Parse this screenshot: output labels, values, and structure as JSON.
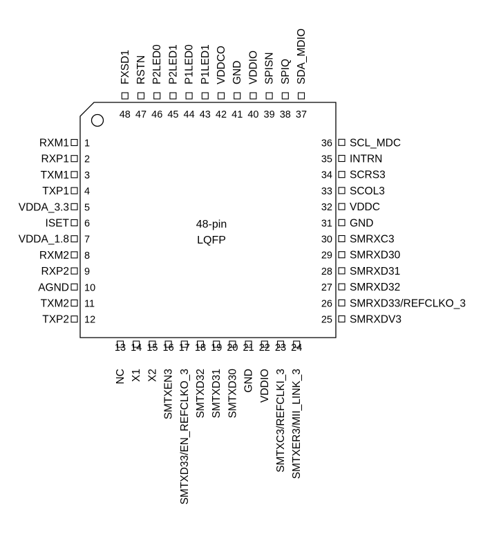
{
  "package": {
    "label_line1": "48-pin",
    "label_line2": "LQFP"
  },
  "colors": {
    "stroke": "#000000",
    "background": "#ffffff"
  },
  "pins": {
    "left": [
      {
        "num": "1",
        "name": "RXM1"
      },
      {
        "num": "2",
        "name": "RXP1"
      },
      {
        "num": "3",
        "name": "TXM1"
      },
      {
        "num": "4",
        "name": "TXP1"
      },
      {
        "num": "5",
        "name": "VDDA_3.3"
      },
      {
        "num": "6",
        "name": "ISET"
      },
      {
        "num": "7",
        "name": "VDDA_1.8"
      },
      {
        "num": "8",
        "name": "RXM2"
      },
      {
        "num": "9",
        "name": "RXP2"
      },
      {
        "num": "10",
        "name": "AGND"
      },
      {
        "num": "11",
        "name": "TXM2"
      },
      {
        "num": "12",
        "name": "TXP2"
      }
    ],
    "bottom": [
      {
        "num": "13",
        "name": "NC"
      },
      {
        "num": "14",
        "name": "X1"
      },
      {
        "num": "15",
        "name": "X2"
      },
      {
        "num": "16",
        "name": "SMTXEN3"
      },
      {
        "num": "17",
        "name": "SMTXD33/EN_REFCLKO_3"
      },
      {
        "num": "18",
        "name": "SMTXD32"
      },
      {
        "num": "19",
        "name": "SMTXD31"
      },
      {
        "num": "20",
        "name": "SMTXD30"
      },
      {
        "num": "21",
        "name": "GND"
      },
      {
        "num": "22",
        "name": "VDDIO"
      },
      {
        "num": "23",
        "name": "SMTXC3/REFCLKI_3"
      },
      {
        "num": "24",
        "name": "SMTXER3/MII_LINK_3"
      }
    ],
    "right": [
      {
        "num": "25",
        "name": "SMRXDV3"
      },
      {
        "num": "26",
        "name": "SMRXD33/REFCLKO_3"
      },
      {
        "num": "27",
        "name": "SMRXD32"
      },
      {
        "num": "28",
        "name": "SMRXD31"
      },
      {
        "num": "29",
        "name": "SMRXD30"
      },
      {
        "num": "30",
        "name": "SMRXC3"
      },
      {
        "num": "31",
        "name": "GND"
      },
      {
        "num": "32",
        "name": "VDDC"
      },
      {
        "num": "33",
        "name": "SCOL3"
      },
      {
        "num": "34",
        "name": "SCRS3"
      },
      {
        "num": "35",
        "name": "INTRN"
      },
      {
        "num": "36",
        "name": "SCL_MDC"
      }
    ],
    "top": [
      {
        "num": "37",
        "name": "SDA_MDIO"
      },
      {
        "num": "38",
        "name": "SPIQ"
      },
      {
        "num": "39",
        "name": "SPISN"
      },
      {
        "num": "40",
        "name": "VDDIO"
      },
      {
        "num": "41",
        "name": "GND"
      },
      {
        "num": "42",
        "name": "VDDCO"
      },
      {
        "num": "43",
        "name": "P1LED1"
      },
      {
        "num": "44",
        "name": "P1LED0"
      },
      {
        "num": "45",
        "name": "P2LED1"
      },
      {
        "num": "46",
        "name": "P2LED0"
      },
      {
        "num": "47",
        "name": "RSTN"
      },
      {
        "num": "48",
        "name": "FXSD1"
      }
    ]
  }
}
